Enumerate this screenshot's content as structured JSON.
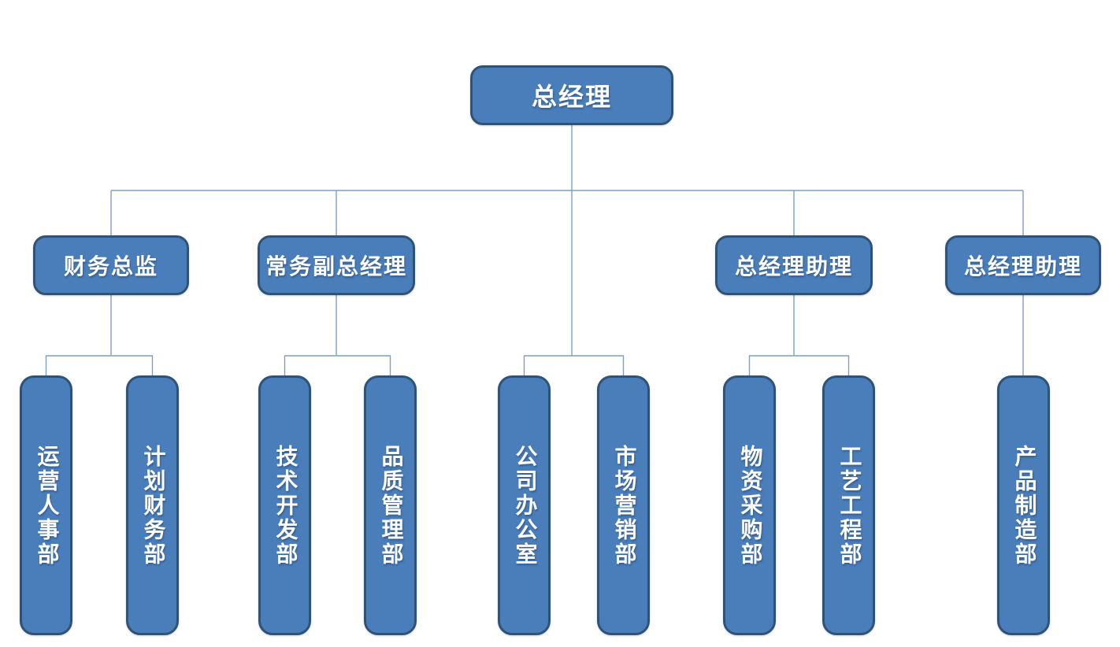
{
  "diagram": {
    "type": "org-chart",
    "colors": {
      "node_fill": "#4A7EBB",
      "node_border": "#2F5377",
      "connector": "#7C9FC7",
      "text": "#FFFFFF",
      "background": "#FFFFFF"
    },
    "root": {
      "id": "general-manager",
      "label": "总经理"
    },
    "level2": [
      {
        "id": "finance-director",
        "label": "财务总监",
        "parent": "general-manager"
      },
      {
        "id": "deputy-general-manager",
        "label": "常务副总经理",
        "parent": "general-manager"
      },
      {
        "id": "gm-assistant-1",
        "label": "总经理助理",
        "parent": "general-manager"
      },
      {
        "id": "gm-assistant-2",
        "label": "总经理助理",
        "parent": "general-manager"
      }
    ],
    "departments": [
      {
        "id": "operations-hr-dept",
        "label": "运营人事部",
        "parent": "finance-director"
      },
      {
        "id": "planning-finance-dept",
        "label": "计划财务部",
        "parent": "finance-director"
      },
      {
        "id": "tech-development-dept",
        "label": "技术开发部",
        "parent": "deputy-general-manager"
      },
      {
        "id": "quality-management-dept",
        "label": "品质管理部",
        "parent": "deputy-general-manager"
      },
      {
        "id": "company-office",
        "label": "公司办公室",
        "parent": "general-manager"
      },
      {
        "id": "marketing-dept",
        "label": "市场营销部",
        "parent": "general-manager"
      },
      {
        "id": "materials-purchasing-dept",
        "label": "物资采购部",
        "parent": "gm-assistant-1"
      },
      {
        "id": "process-engineering-dept",
        "label": "工艺工程部",
        "parent": "gm-assistant-1"
      },
      {
        "id": "product-manufacturing-dept",
        "label": "产品制造部",
        "parent": "gm-assistant-2"
      }
    ]
  }
}
